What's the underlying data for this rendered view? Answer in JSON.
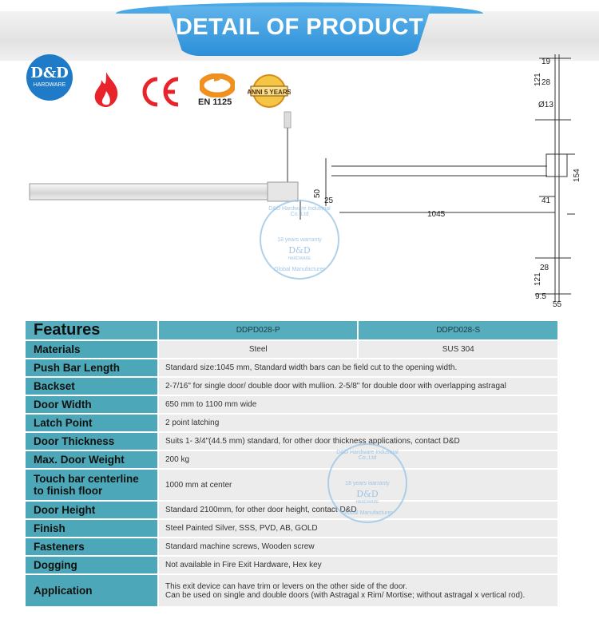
{
  "header": {
    "title": "DETAIL OF PRODUCT"
  },
  "logo": {
    "line1": "D&D",
    "line2": "HARDWARE"
  },
  "certs": {
    "en": "EN 1125",
    "warranty_badge": "ANNI 5 YEARS"
  },
  "drawing": {
    "dims": [
      "19",
      "121",
      "28",
      "Ø13",
      "154",
      "50",
      "25",
      "41",
      "1045",
      "28",
      "121",
      "9.5",
      "55"
    ]
  },
  "stamp": {
    "ring": "D&D Hardware Industrial Co.,Ltd",
    "warranty": "18 years warranty",
    "brand": "D&D",
    "sub": "HARDWARE",
    "bottom": "Global Manufacturer"
  },
  "table": {
    "header": {
      "label": "Features",
      "col1": "DDPD028-P",
      "col2": "DDPD028-S"
    },
    "materials": {
      "label": "Materials",
      "col1": "Steel",
      "col2": "SUS 304"
    },
    "rows": [
      {
        "label": "Push Bar Length",
        "value": "Standard size:1045 mm, Standard width bars can be field cut to the opening width."
      },
      {
        "label": "Backset",
        "value": "2-7/16\" for single door/ double door with mullion. 2-5/8\" for double door with overlapping astragal"
      },
      {
        "label": "Door Width",
        "value": "650 mm to 1100 mm wide"
      },
      {
        "label": "Latch Point",
        "value": "2 point latching"
      },
      {
        "label": "Door Thickness",
        "value": "Suits 1- 3/4\"(44.5 mm) standard, for other door thickness applications, contact D&D"
      },
      {
        "label": "Max. Door Weight",
        "value": "200 kg"
      },
      {
        "label": "Touch bar centerline to finish floor",
        "value": "1000 mm at center"
      },
      {
        "label": "Door Height",
        "value": "Standard 2100mm, for other door height,  contact D&D"
      },
      {
        "label": "Finish",
        "value": "Steel Painted Silver, SSS, PVD, AB, GOLD"
      },
      {
        "label": "Fasteners",
        "value": "Standard machine screws, Wooden screw"
      },
      {
        "label": "Dogging",
        "value": "Not available in Fire Exit Hardware, Hex key"
      }
    ],
    "application": {
      "label": "Application",
      "line1": "This exit device can have trim or levers on the other side of the door.",
      "line2": "Can be used on single and double doors (with Astragal x Rim/ Mortise; without astragal x vertical rod)."
    }
  }
}
